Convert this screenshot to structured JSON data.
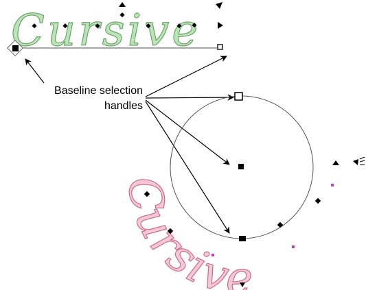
{
  "top_text": {
    "label": "Cursive",
    "fill": "#b8e6b5",
    "stroke": "#6fa36c"
  },
  "arc_text": {
    "label": "Cursive",
    "fill": "#f4c8d6",
    "stroke": "#d06a8e"
  },
  "callout": {
    "line1": "Baseline selection",
    "line2": "handles"
  },
  "colors": {
    "handle": "#000000",
    "guide": "#555555",
    "accent_node": "#c040c0"
  }
}
